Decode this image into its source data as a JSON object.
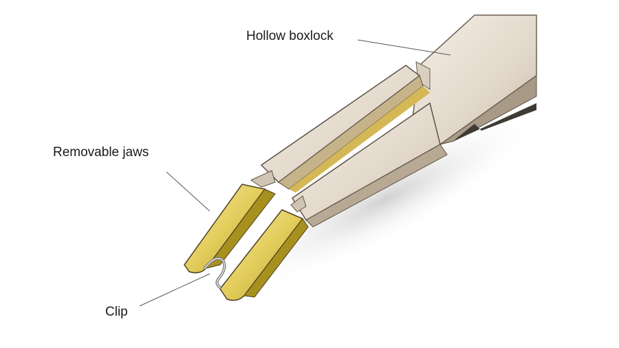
{
  "labels": {
    "hollow_boxlock": "Hollow boxlock",
    "removable_jaws": "Removable jaws",
    "clip": "Clip"
  },
  "colors": {
    "shaft": "#e6ded3",
    "shaft_shadow": "#b9ad9c",
    "jaw_gold": "#e6d36a",
    "jaw_gold_dark": "#b39a2c",
    "outline": "#3a342c",
    "leader": "#555555"
  }
}
